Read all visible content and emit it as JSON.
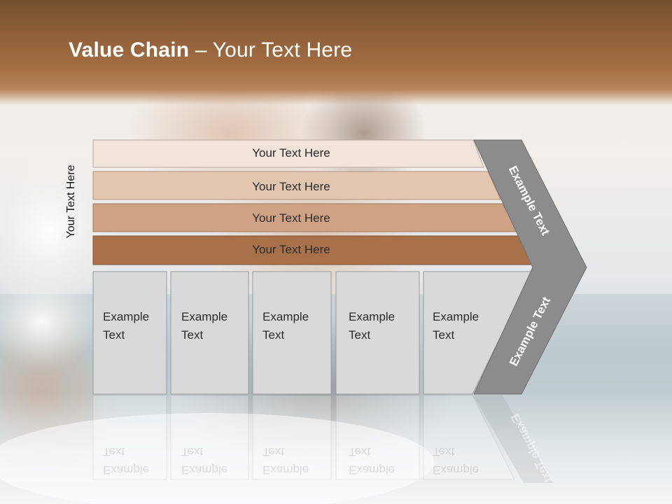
{
  "title": {
    "bold": "Value Chain",
    "rest": " – Your Text Here"
  },
  "side_label": "Your Text Here",
  "bars": [
    {
      "label": "Your Text Here",
      "color": "#f1e4da"
    },
    {
      "label": "Your Text Here",
      "color": "#e2c6b0"
    },
    {
      "label": "Your Text Here",
      "color": "#cfa283"
    },
    {
      "label": "Your Text Here",
      "color": "#a8714a"
    }
  ],
  "cells": [
    {
      "label": "Example\nText"
    },
    {
      "label": "Example\nText"
    },
    {
      "label": "Example\nText"
    },
    {
      "label": "Example\nText"
    },
    {
      "label": "Example\nText"
    }
  ],
  "chevrons": {
    "upper_label": "Example Text",
    "lower_label": "Example Text",
    "color": "#8c8c8c"
  },
  "colors": {
    "header": "#9a6a42",
    "cell": "#d9d9d9"
  }
}
